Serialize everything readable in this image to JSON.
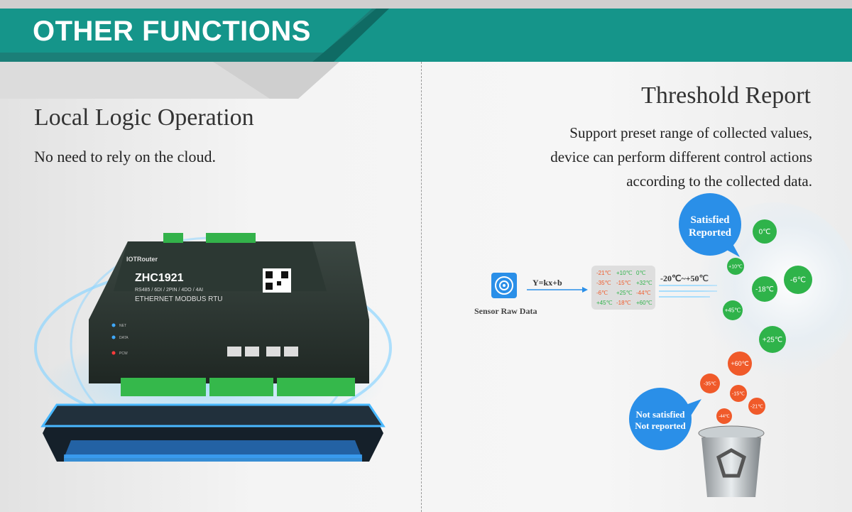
{
  "banner": {
    "title": "OTHER FUNCTIONS"
  },
  "left": {
    "title": "Local Logic Operation",
    "subtitle": "No need to rely on the cloud."
  },
  "device": {
    "brand": "IOTRouter",
    "model": "ZHC1921",
    "spec": "RS485 / 6DI / 2PIN / 4DO / 4AI",
    "protocol": "ETHERNET  MODBUS RTU",
    "leds": [
      "NET",
      "DATA",
      "PCW"
    ]
  },
  "right": {
    "title": "Threshold Report",
    "desc_lines": [
      "Support preset range of collected values,",
      "device can perform different control actions",
      "according to the collected data."
    ]
  },
  "flow": {
    "sensor_label": "Sensor Raw Data",
    "formula": "Y=kx+b",
    "range": "-20℃~+50℃",
    "table": [
      [
        "-21℃",
        "+10℃",
        "0℃"
      ],
      [
        "-35℃",
        "-15℃",
        "+32℃"
      ],
      [
        "-6℃",
        "+25℃",
        "-44℃"
      ],
      [
        "+45℃",
        "-18℃",
        "+60℃"
      ]
    ]
  },
  "satisfied": {
    "label_line1": "Satisfied",
    "label_line2": "Reported",
    "values": [
      "0℃",
      "+10℃",
      "-18℃",
      "-6℃",
      "+45℃",
      "+25℃"
    ]
  },
  "unsatisfied": {
    "label_line1": "Not satisfied",
    "label_line2": "Not reported",
    "values": [
      "+60℃",
      "-35℃",
      "-15℃",
      "-21℃",
      "-44℃"
    ]
  },
  "colors": {
    "teal": "#15958a",
    "green": "#2fb34a",
    "red": "#f05a2a",
    "blue": "#2a8fe8"
  }
}
